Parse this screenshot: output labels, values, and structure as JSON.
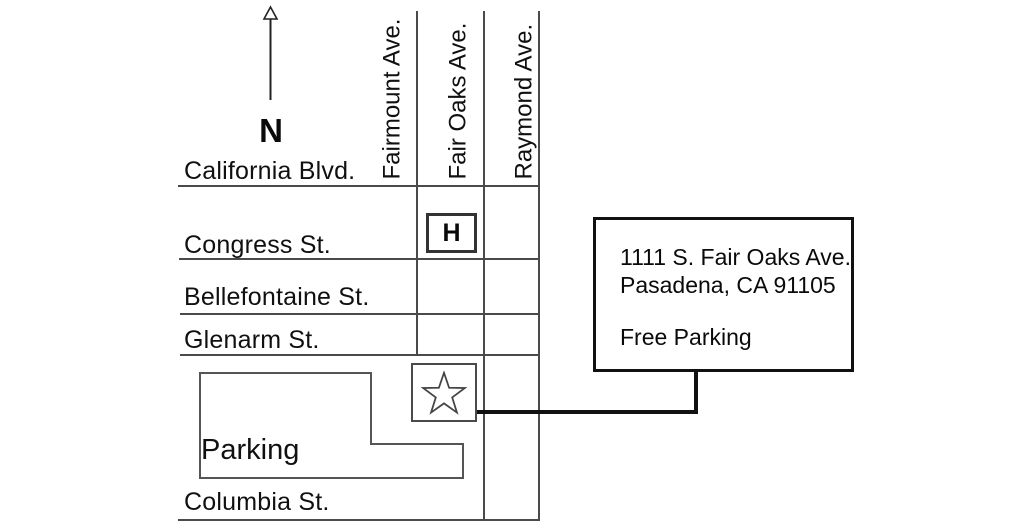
{
  "map": {
    "compass_label": "N",
    "avenues": [
      "Fairmount Ave.",
      "Fair Oaks Ave.",
      "Raymond Ave."
    ],
    "streets": [
      "California Blvd.",
      "Congress St.",
      "Bellefontaine St.",
      "Glenarm St.",
      "Columbia St."
    ],
    "hospital_marker_label": "H",
    "star_marker": "star-outline",
    "parking_label": "Parking"
  },
  "info_box": {
    "address_line1": "1111 S. Fair Oaks Ave.",
    "address_line2": "Pasadena, CA 91105",
    "note": "Free Parking"
  },
  "colors": {
    "background": "#ffffff",
    "ink": "#111111",
    "grid_line": "#4a4a4a"
  }
}
